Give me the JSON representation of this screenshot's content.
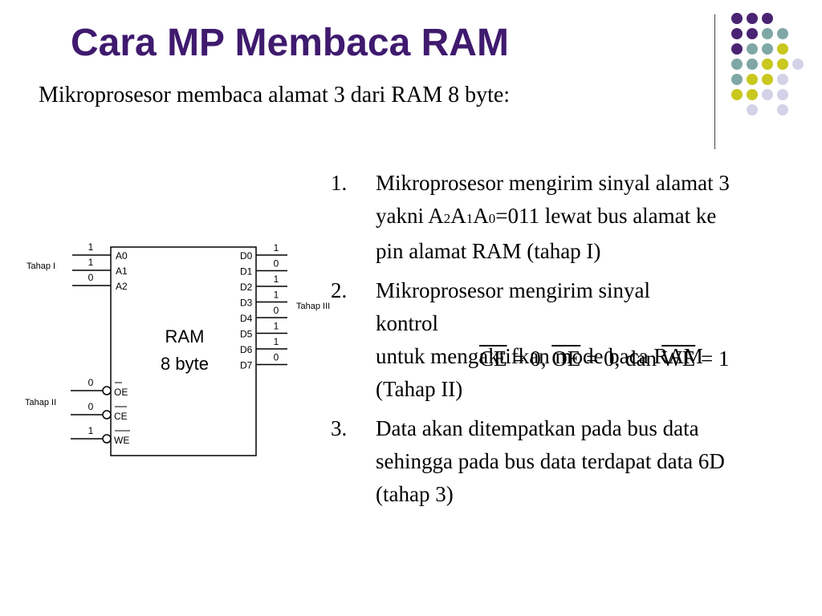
{
  "title": "Cara MP Membaca RAM",
  "subtitle": "Mikroprosesor membaca alamat 3 dari  RAM 8 byte:",
  "colors": {
    "title": "#3f1a6e",
    "dot_purple": "#4a2473",
    "dot_teal": "#7fa7a5",
    "dot_yellow": "#c8c81e",
    "dot_lavender": "#d2d2e8"
  },
  "decor_dots": [
    [
      "purple",
      "purple",
      "purple",
      "none"
    ],
    [
      "purple",
      "purple",
      "teal",
      "teal"
    ],
    [
      "purple",
      "teal",
      "teal",
      "yellow"
    ],
    [
      "teal",
      "teal",
      "yellow",
      "yellow",
      "lavender"
    ],
    [
      "teal",
      "yellow",
      "yellow",
      "lavender"
    ],
    [
      "yellow",
      "yellow",
      "lavender",
      "lavender"
    ],
    [
      "none",
      "lavender",
      "none",
      "lavender"
    ]
  ],
  "diagram": {
    "chip_name": "RAM",
    "chip_size": "8 byte",
    "address_pins": [
      {
        "name": "A0",
        "value": "1"
      },
      {
        "name": "A1",
        "value": "1"
      },
      {
        "name": "A2",
        "value": "0"
      }
    ],
    "control_pins": [
      {
        "name": "OE",
        "value": "0"
      },
      {
        "name": "CE",
        "value": "0"
      },
      {
        "name": "WE",
        "value": "1"
      }
    ],
    "data_pins": [
      {
        "name": "D0",
        "value": "1"
      },
      {
        "name": "D1",
        "value": "0"
      },
      {
        "name": "D2",
        "value": "1"
      },
      {
        "name": "D3",
        "value": "1"
      },
      {
        "name": "D4",
        "value": "0"
      },
      {
        "name": "D5",
        "value": "1"
      },
      {
        "name": "D6",
        "value": "1"
      },
      {
        "name": "D7",
        "value": "0"
      }
    ],
    "labels": {
      "stage1": "Tahap I",
      "stage2": "Tahap II",
      "stage3": "Tahap III"
    }
  },
  "steps": [
    {
      "num": "1.",
      "text_before": "Mikroprosesor mengirim sinyal alamat  3 yakni A",
      "s2": "2",
      "a1": "A",
      "s1": "1",
      "a0": "A",
      "s0": "0",
      "text_after": "=011 lewat bus alamat ke pin alamat RAM (tahap I)"
    },
    {
      "num": "2.",
      "line1": "Mikroprosesor mengirim sinyal",
      "line2": "kontrol",
      "line3": "untuk mengaktifkan mode baca RAM (Tahap II)"
    },
    {
      "num": "3.",
      "text": "Data akan ditempatkan pada bus data sehingga pada bus data terdapat data 6D (tahap 3)"
    }
  ],
  "formula": {
    "ce": "CE",
    "eq0a": " = 0, ",
    "oe": "OE",
    "eq0b": " = 0, dan ",
    "we": "WE",
    "eq1": " = 1"
  }
}
